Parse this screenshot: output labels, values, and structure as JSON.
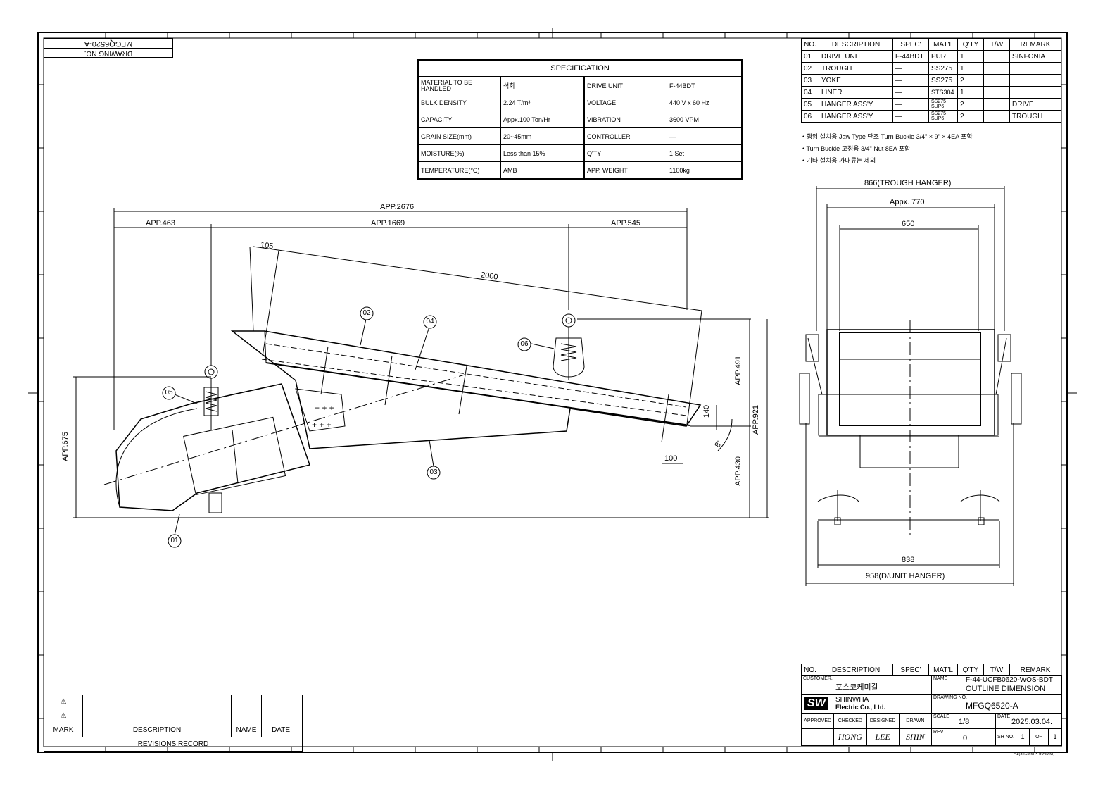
{
  "title_block_top": {
    "drawing_no_label": "DRAWING NO.",
    "drawing_no": "MFGQ6520-A"
  },
  "specification": {
    "title": "SPECIFICATION",
    "rows": [
      [
        "MATERIAL TO BE HANDLED",
        "석회",
        "DRIVE UNIT",
        "F-44BDT"
      ],
      [
        "BULK DENSITY",
        "2.24 T/m³",
        "VOLTAGE",
        "440 V x 60 Hz"
      ],
      [
        "CAPACITY",
        "Appx.100 Ton/Hr",
        "VIBRATION",
        "3600 VPM"
      ],
      [
        "GRAIN SIZE(mm)",
        "20~45mm",
        "CONTROLLER",
        "—"
      ],
      [
        "MOISTURE(%)",
        "Less than 15%",
        "Q'TY",
        "1 Set"
      ],
      [
        "TEMPERATURE(°C)",
        "AMB",
        "APP. WEIGHT",
        "1100kg"
      ]
    ]
  },
  "bom": {
    "headers": [
      "NO.",
      "DESCRIPTION",
      "SPEC'",
      "MAT'L",
      "Q'TY",
      "T/W",
      "REMARK"
    ],
    "rows": [
      [
        "01",
        "DRIVE UNIT",
        "F-44BDT",
        "PUR.",
        "1",
        "",
        "SINFONIA"
      ],
      [
        "02",
        "TROUGH",
        "—",
        "SS275",
        "1",
        "",
        ""
      ],
      [
        "03",
        "YOKE",
        "—",
        "SS275",
        "2",
        "",
        ""
      ],
      [
        "04",
        "LINER",
        "—",
        "STS304",
        "1",
        "",
        ""
      ],
      [
        "05",
        "HANGER ASS'Y",
        "—",
        "SS275 SUP6",
        "2",
        "",
        "DRIVE"
      ],
      [
        "06",
        "HANGER ASS'Y",
        "—",
        "SS275 SUP6",
        "2",
        "",
        "TROUGH"
      ]
    ]
  },
  "notes": [
    "• 행잉 설치용 Jaw Type 단조 Turn Buckle 3/4\" × 9\" × 4EA 포함",
    "• Turn Buckle 고정용 3/4\" Nut 8EA 포함",
    "• 기타 설치용 가대류는 제외"
  ],
  "side_view": {
    "dim_overall": "APP.2676",
    "dim_left": "APP.463",
    "dim_mid": "APP.1669",
    "dim_right": "APP.545",
    "dim_105": "105",
    "dim_2000": "2000",
    "dim_491": "APP.491",
    "dim_921": "APP.921",
    "dim_430": "APP.430",
    "dim_675": "APP.675",
    "dim_140": "140",
    "dim_100": "100",
    "angle": "8°",
    "balloons": [
      "01",
      "02",
      "03",
      "04",
      "05",
      "06"
    ]
  },
  "end_view": {
    "dim_866": "866(TROUGH HANGER)",
    "dim_770": "Appx. 770",
    "dim_650": "650",
    "dim_838": "838",
    "dim_958": "958(D/UNIT HANGER)"
  },
  "revisions": {
    "headers": [
      "MARK",
      "DESCRIPTION",
      "NAME",
      "DATE."
    ],
    "title": "REVISIONS RECORD",
    "marks": [
      "⚠",
      "⚠"
    ]
  },
  "title_block": {
    "headers": [
      "NO.",
      "DESCRIPTION",
      "SPEC'",
      "MAT'L",
      "Q'TY",
      "T/W",
      "REMARK"
    ],
    "customer_label": "CUSTOMER.",
    "customer": "포스코케미칼",
    "name_label": "NAME",
    "name_code": "F-44-UCFB0620-WOS-BDT",
    "name_title": "OUTLINE DIMENSION",
    "company_logo": "SW",
    "company_name": "SHINWHA",
    "company_sub": "Electric Co., Ltd.",
    "drawing_no_label": "DRAWING NO.",
    "drawing_no": "MFGQ6520-A",
    "approved": "APPROVED",
    "checked": "CHECKED",
    "designed": "DESIGNED",
    "drawn": "DRAWN",
    "sig_checked": "HONG",
    "sig_designed": "LEE",
    "sig_drawn": "SHIN",
    "scale_label": "SCALE",
    "scale": "1/8",
    "date_label": "DATE",
    "date": "2025.03.04.",
    "rev_label": "REV.",
    "rev": "0",
    "sh_label": "SH NO.",
    "sh": "1",
    "of": "OF",
    "total": "1"
  },
  "sheet_size": "A1(841MM × 594MM)"
}
